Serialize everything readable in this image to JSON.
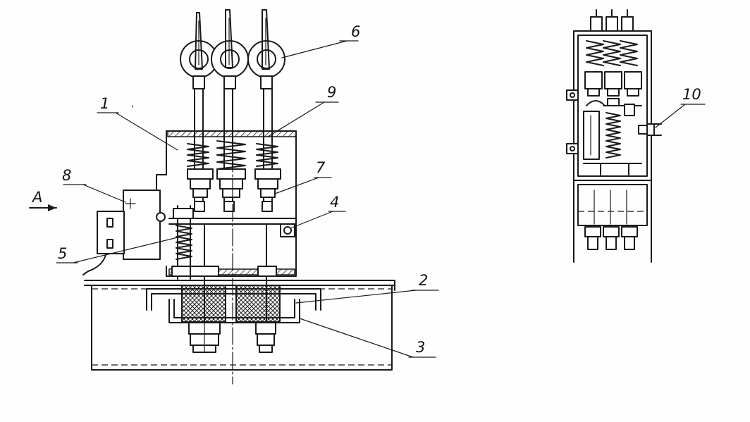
{
  "diagram": {
    "view_label": "A",
    "callouts": [
      {
        "id": "1",
        "label": "1"
      },
      {
        "id": "2",
        "label": "2"
      },
      {
        "id": "3",
        "label": "3"
      },
      {
        "id": "4",
        "label": "4"
      },
      {
        "id": "5",
        "label": "5"
      },
      {
        "id": "6",
        "label": "6"
      },
      {
        "id": "7",
        "label": "7"
      },
      {
        "id": "8",
        "label": "8"
      },
      {
        "id": "9",
        "label": "9"
      },
      {
        "id": "10",
        "label": "10"
      }
    ]
  }
}
